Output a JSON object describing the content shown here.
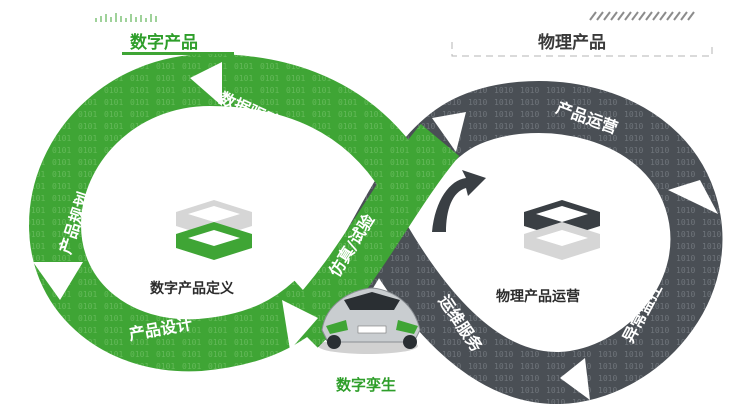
{
  "header": {
    "digital_product": "数字产品",
    "physical_product": "物理产品"
  },
  "loop": {
    "product_planning": "产品规划",
    "data_driven": "数据驱动",
    "product_design": "产品设计",
    "simulation_test": "仿真/试验",
    "product_operation": "产品运营",
    "anomaly_monitoring": "异常监控",
    "om_service": "运维服务"
  },
  "center": {
    "digital_definition": "数字产品定义",
    "physical_operation": "物理产品运营"
  },
  "bottom": {
    "digital_twin": "数字孪生"
  },
  "colors": {
    "green": "#3fa535",
    "green_dark": "#2e8a2a",
    "gray": "#4a4f55",
    "gray_dark": "#33373c"
  },
  "icons": [
    "digital-logo-icon",
    "physical-logo-icon",
    "car-icon",
    "arrow-icon"
  ]
}
